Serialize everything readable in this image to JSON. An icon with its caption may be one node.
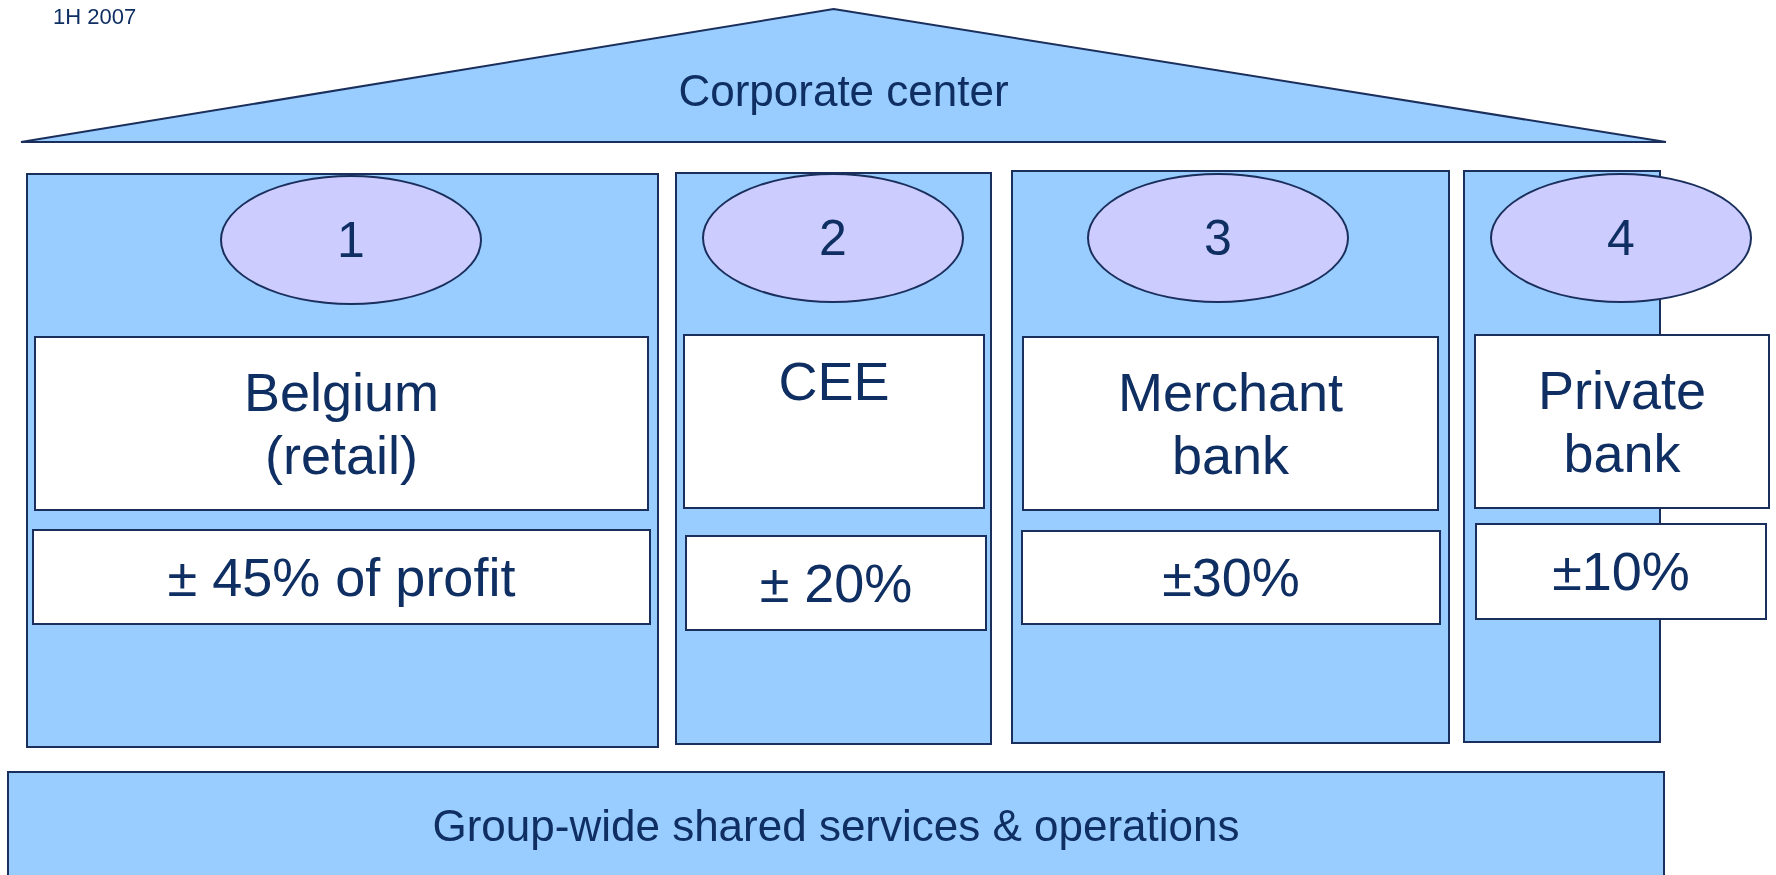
{
  "diagram": {
    "nodes": [
      {
        "text": [
          "Corporate center"
        ]
      },
      {
        "text": [],
        "shape": "box"
      },
      {
        "text": [
          "1"
        ],
        "in": 1
      },
      {
        "text": [
          "Belgium (retail)"
        ],
        "in": 1
      },
      {
        "text": [
          "± 45% of profit"
        ],
        "in": 1
      },
      {
        "text": [],
        "shape": "box"
      },
      {
        "text": [
          "2"
        ],
        "in": 5
      },
      {
        "text": [
          "CEE"
        ],
        "in": 5
      },
      {
        "text": [
          "± 20%"
        ],
        "in": 5
      },
      {
        "text": [],
        "shape": "box"
      },
      {
        "text": [
          "3"
        ],
        "in": 9
      },
      {
        "text": [
          "Merchant bank"
        ],
        "in": 9
      },
      {
        "text": [
          "±30%"
        ],
        "in": 9
      },
      {
        "text": [],
        "shape": "box"
      },
      {
        "text": [
          "4"
        ]
      },
      {
        "text": [
          "Private bank"
        ]
      },
      {
        "text": [
          "±10%"
        ]
      },
      {
        "text": [
          "Group-wide shared services & operations"
        ]
      }
    ],
    "edges": [],
    "labels": [
      "1H 2007"
    ]
  }
}
